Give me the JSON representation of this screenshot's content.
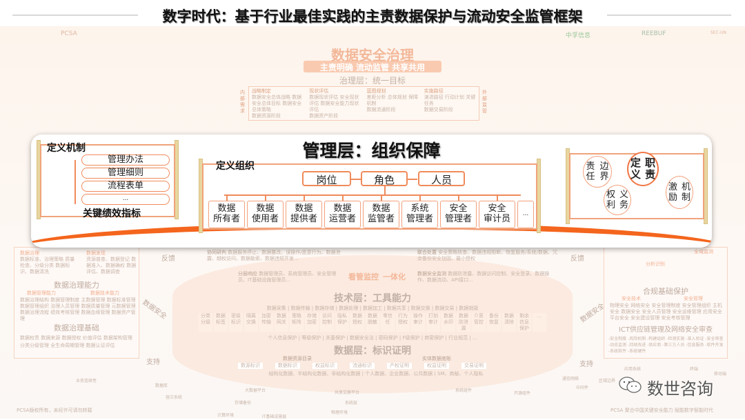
{
  "title": "数字时代：基于行业最佳实践的主责数据保护与流动安全监管框架",
  "logos": [
    "PCSA",
    "中孚信息",
    "REEBUF",
    "SEC-UN"
  ],
  "governance": {
    "title": "数据安全治理",
    "subtitle": "主责明确  流动监管  共享共用",
    "layer": "治理层：统一目标",
    "inner": "内部需求",
    "outer": "外部监管",
    "cols": [
      {
        "h": "战略制定",
        "items": "数据安全总体战略 数据安全总体目标 数据安全总体策略",
        "stage": "数据资源阶段"
      },
      {
        "h": "现状评估",
        "items": "数据现状评估 安全现状评估 数据安全能力现状评估",
        "stage": "数据资产阶段"
      },
      {
        "h": "蓝图规划",
        "items": "差距分析 总体规划 保障机制",
        "stage": "数据流通阶段"
      },
      {
        "h": "实施路径",
        "items": "演进路径 行动计划 关键任务",
        "stage": "数据交易阶段"
      }
    ]
  },
  "management": {
    "title": "管理层：组织保障",
    "mechanism": {
      "label": "定义机制",
      "items": [
        "管理办法",
        "管理细则",
        "流程表单",
        "..."
      ],
      "kpi": "关键绩效指标"
    },
    "organization": {
      "label": "定义组织",
      "top": [
        "岗位",
        "角色",
        "人员"
      ],
      "roles": [
        [
          "数据",
          "所有者"
        ],
        [
          "数据",
          "使用者"
        ],
        [
          "数据",
          "提供者"
        ],
        [
          "数据",
          "运营者"
        ],
        [
          "数据",
          "监管者"
        ],
        [
          "系统",
          "管理者"
        ],
        [
          "安全",
          "管理者"
        ],
        [
          "安全",
          "审计员"
        ]
      ],
      "more": "..."
    },
    "duties": {
      "center": [
        "定义",
        "职责"
      ],
      "a": [
        "责任",
        "边界"
      ],
      "b": [
        "权利",
        "义务"
      ],
      "c": [
        "激励",
        "机制"
      ]
    }
  },
  "left_bg": {
    "c1h": "数据治理",
    "c1": "数据标准、治理策略 质量检查、分级分类 数据标识、数据清洗",
    "c2h": "数据发现",
    "c2": "资源普查、数据登记 数据准入、数据确权 数据评估、数据调查",
    "cap": "数据治理能力",
    "mgmt": "数据管理能力",
    "tech": "数据技术能力",
    "capitems": "数据治理结构 数据管理制度 主数据管理 数据标准管理 数据管理组织 治理人员管理 数据质量管理 元数据管理 数据治理流程 绩效考核管理 数据血缘管理 数据资产管理",
    "base": "数据治理基础",
    "baseitems": "数据权责 数据来源 数据授权 价值评估 数据架构管理 分类分级管理 全生命周期管理 数据认证评估"
  },
  "center_bg": {
    "feedback": "反馈",
    "support": "支持",
    "security": "数据安全",
    "oneness": "一体化",
    "monitor": "看管监控",
    "collab": "协同研判",
    "collabtext": "数据服务停止、数据篡改、误操作/恶意行为、数据泄露、越权访问、数据勒索、数据违规开发...",
    "response": "分层响应",
    "responsetext": "数据管理员、系统管理员、安全管理员、IT基础设施管理员...",
    "joint": "联合处置",
    "jointtext": "安全策略核查、数据违规阻断、恢复服务/系统/数据、冗余备份安全加固、最小授权",
    "dsm": "数据安全监测",
    "dsmtext": "数据防泄露、数据访问控制、安全登录、数据操作、数据流动、API接口...",
    "tech": "技术层：工具能力",
    "techrow": "数据采集 | 数据传输 | 数据存储 | 数据处理 | 数据加工 | 数据共享 | 数据交换 | 数据交易 | 数据销毁",
    "tools": [
      "分类分级",
      "数据标签",
      "密级标识",
      "隔离交换",
      "加密传输",
      "数据网关",
      "策略矩阵",
      "存储加密",
      "访问控制",
      "隐私保护",
      "数据授权",
      "数据脱敏",
      "零信任",
      "行为授权",
      "操作审计",
      "打刻审计",
      "数据水印",
      "数据防泄漏",
      "介质管控",
      "备份恢复",
      "数据清除",
      "剩余信息保护",
      "..."
    ],
    "protect": "个人信息保护 | 等级保护 | 关基保护 | 数据安全法 | 密码保护 | F级保护 | 商密保护 | 行业规范 | ...",
    "data": "数据层：标识证明",
    "catalog": "数据资源目录",
    "ledger": "实体数据底账",
    "ids": [
      "数源标识",
      "数据标识",
      "权益标识",
      "流通标识",
      "产权证明",
      "权益证明",
      "交易证明"
    ],
    "types": "结构化数据、半结构化数据、非结构化数据 | 个人数据、企业数据、公共数据 | SM、商秘、个人隐私",
    "rings": [
      "业务连续性",
      "数据库",
      "容灾系统",
      "大数据平台",
      "存储备份",
      "共享交换平台",
      "系统层",
      "物理环境",
      "IT基础设施层",
      "计算环境",
      "系统组件",
      "开源组件",
      "通信网络",
      "中间件",
      "区域边界",
      "应用系统",
      "终端",
      "移动端"
    ]
  },
  "right_bg": {
    "analysis": "分析识别",
    "monitor": "全域监测",
    "comp": "合规基础保护",
    "st": "安全技术",
    "sm": "安全管理",
    "items": "物理安全 网络安全 安全管理制度 安全管理组织 主机安全 数据安全 安全人员管理 安全运维管理 应用安全 平台安全 安全建设管理 安全考核管理",
    "ict": "ICT供应链管理及网络安全审查",
    "ictitems": "-安全制度 -风险机制 -构建组织 -检测实施 -准入验证 -安全审查 -动态监测 -持续改进 -供应商 -第三方人员 -信息服务 -软件开发 -系统软件 -系统硬件"
  },
  "footer": {
    "left": "PCSA版权所有，未经许可请勿转载",
    "right": "PCSA 聚合中国关键安全能力  赋能数字智能时代",
    "watermark": "数世咨询"
  },
  "colors": {
    "accent": "#f4651d",
    "border": "#f08a5a",
    "bg": "#fdf4ec"
  }
}
